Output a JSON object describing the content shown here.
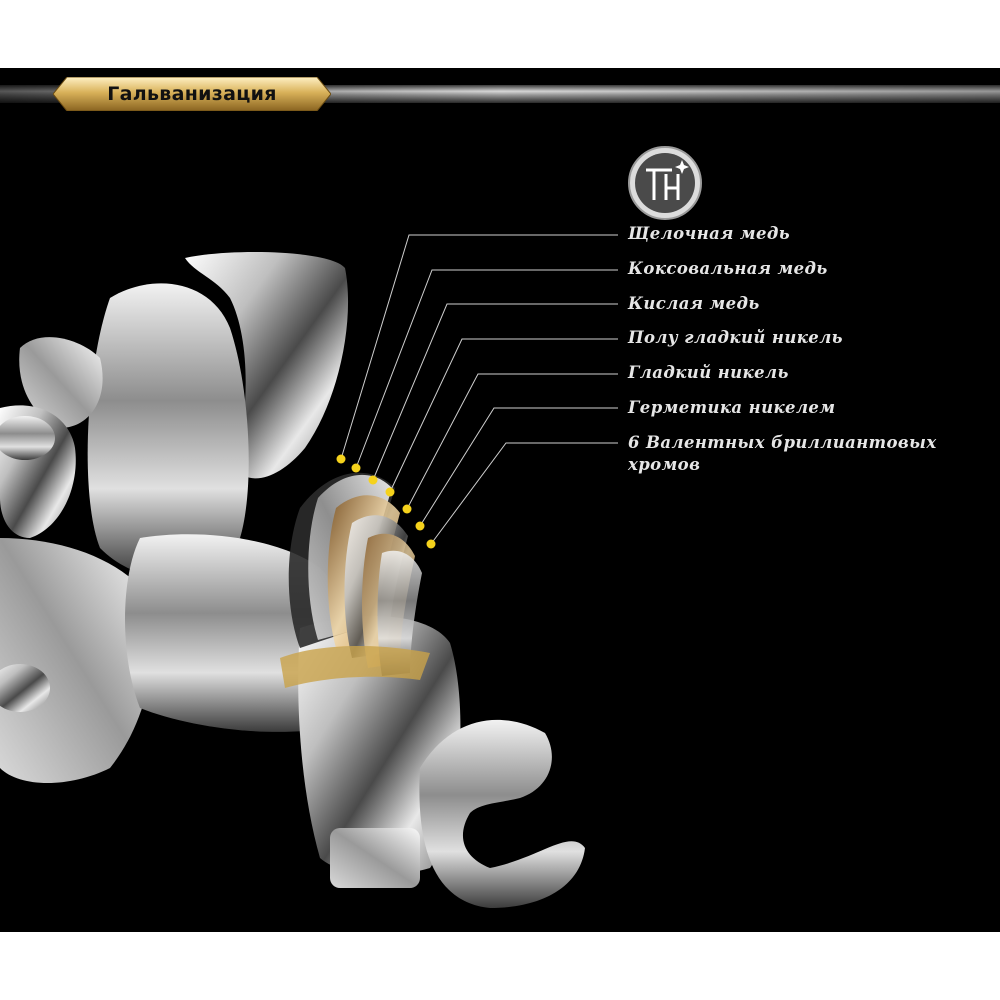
{
  "header": {
    "title": "Гальванизация"
  },
  "logo": {
    "icon": "plating-brand-icon"
  },
  "layers": [
    {
      "label": "Щелочная медь"
    },
    {
      "label": "Коксовальная медь"
    },
    {
      "label": "Кислая медь"
    },
    {
      "label": "Полу гладкий никель"
    },
    {
      "label": "Гладкий никель"
    },
    {
      "label": "Герметика никелем"
    },
    {
      "label": "6 Валентных бриллиантовых хромов"
    }
  ],
  "colors": {
    "background": "#000000",
    "badge_gold": "#d9b25a",
    "dot_yellow": "#f5d21c",
    "label_text": "#e6e6e6"
  }
}
